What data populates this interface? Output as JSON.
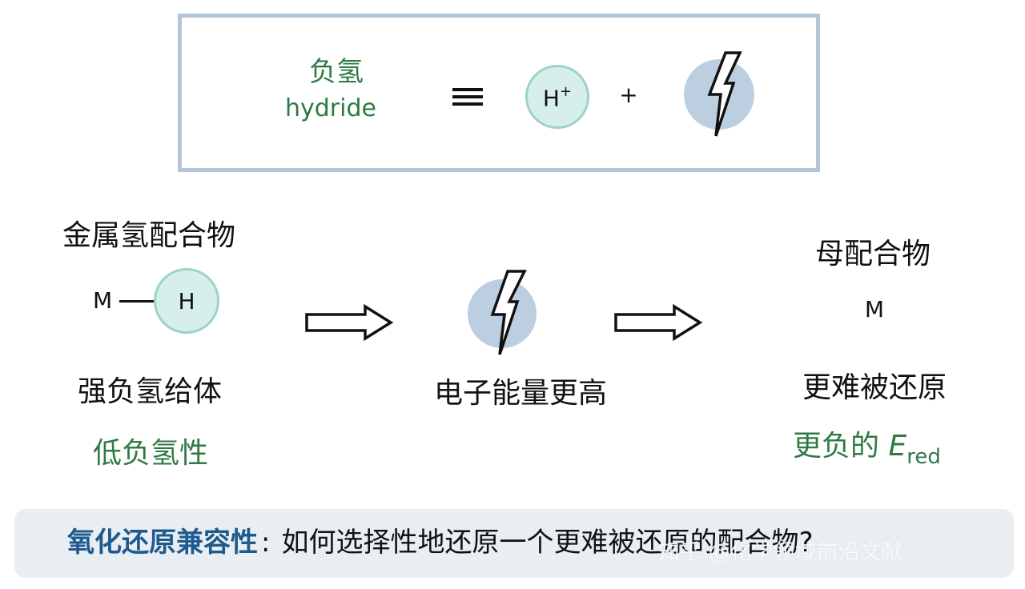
{
  "definition": {
    "hydride_cn": "负氢",
    "hydride_en": "hydride",
    "proton_symbol": "H",
    "proton_charge": "+",
    "plus": "+",
    "electron_icon": "lightning-bolt-icon"
  },
  "left": {
    "title": "金属氢配合物",
    "metal": "M",
    "hydrogen": "H",
    "label1": "强负氢给体",
    "label2": "低负氢性"
  },
  "middle": {
    "label": "电子能量更高",
    "electron_icon": "lightning-bolt-icon"
  },
  "right": {
    "title": "母配合物",
    "metal": "M",
    "label1": "更难被还原",
    "label2_prefix": "更负的 ",
    "label2_symbol": "E",
    "label2_sub": "red"
  },
  "footer": {
    "heading": "氧化还原兼容性",
    "colon": ":",
    "question": "如何选择性地还原一个更难被还原的配合物?",
    "watermark": "知乎 @化学领域前沿文献"
  },
  "colors": {
    "green_text": "#2e7a43",
    "blue_heading": "#1f5a8c",
    "proton_fill": "#d6efeb",
    "proton_border": "#9bd3c9",
    "electron_fill": "#bccfe0",
    "box_border": "#b3c4d6",
    "footer_bg": "#e9eef3"
  }
}
